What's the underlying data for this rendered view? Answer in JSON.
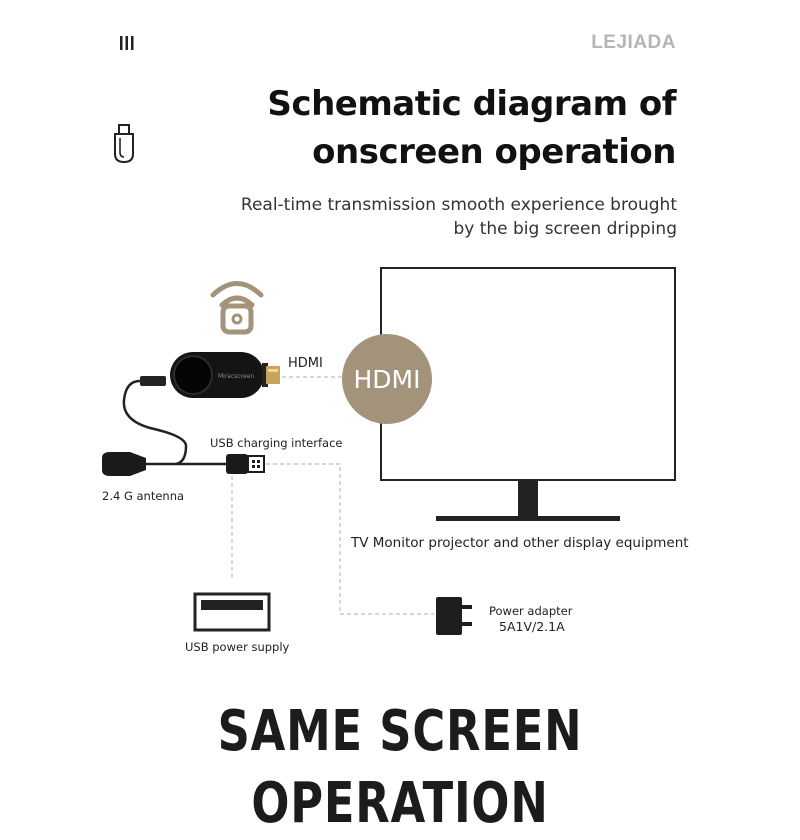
{
  "header": {
    "brand": "LEJIADA",
    "title_line1": "Schematic diagram of",
    "title_line2": "onscreen operation",
    "subtitle_line1": "Real-time transmission smooth experience brought",
    "subtitle_line2": "by the big screen dripping"
  },
  "diagram": {
    "hdmi_label": "HDMI",
    "hdmi_badge": "HDMI",
    "usb_interface_label": "USB charging interface",
    "antenna_label": "2.4 G antenna",
    "tv_label": "TV Monitor projector and other display equipment",
    "usb_power_label": "USB power supply",
    "power_adapter_label": "Power adapter",
    "power_adapter_spec": "5A1V/2.1A",
    "dongle_brand": "Miracscreen"
  },
  "headline": "SAME SCREEN OPERATION",
  "colors": {
    "accent": "#a3937b",
    "dark": "#1a1a1a",
    "brand_gray": "#b5b5b5"
  }
}
